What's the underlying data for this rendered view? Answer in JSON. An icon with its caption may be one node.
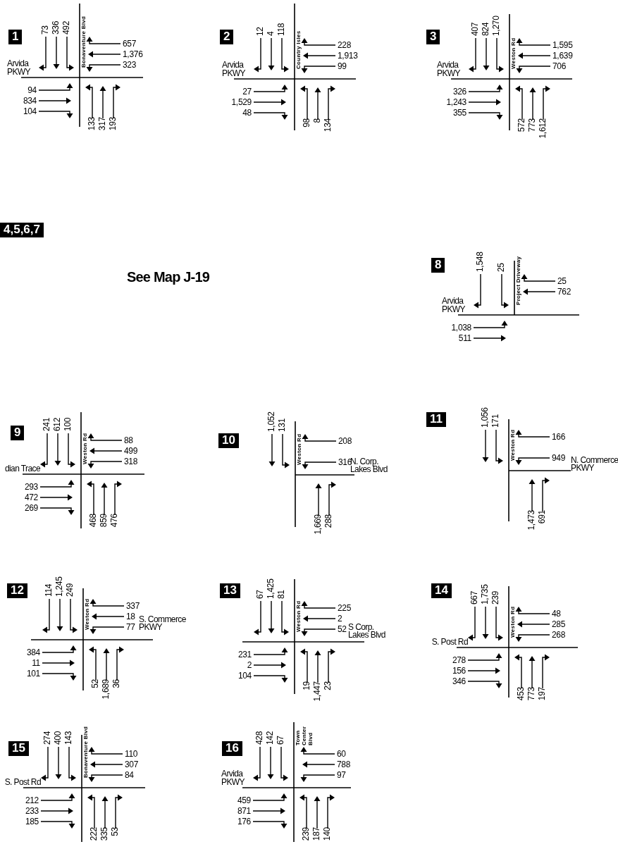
{
  "diagram": {
    "nodes": [
      {
        "text": [
          "1"
        ]
      },
      {
        "text": [
          "2"
        ]
      },
      {
        "text": [
          "3"
        ]
      },
      {
        "text": [
          "4,5,6,7"
        ]
      },
      {
        "text": [
          "8"
        ]
      },
      {
        "text": [
          "9"
        ]
      },
      {
        "text": [
          "10"
        ]
      },
      {
        "text": [
          "11"
        ]
      },
      {
        "text": [
          "12"
        ]
      },
      {
        "text": [
          "13"
        ]
      },
      {
        "text": [
          "14"
        ]
      },
      {
        "text": [
          "15"
        ]
      },
      {
        "text": [
          "16"
        ]
      }
    ],
    "edges": [],
    "labels": [
      "Bonaventure Blvd",
      "Arvida PKWY",
      "73",
      "336",
      "492",
      "657",
      "1,376",
      "323",
      "94",
      "834",
      "104",
      "133",
      "317",
      "193",
      "Country Isles",
      "Arvida PKWY",
      "12",
      "4",
      "118",
      "228",
      "1,913",
      "99",
      "27",
      "1,529",
      "48",
      "98",
      "8",
      "134",
      "Weston Rd",
      "Arvida PKWY",
      "407",
      "824",
      "1,270",
      "1,595",
      "1,639",
      "706",
      "326",
      "1,243",
      "355",
      "572",
      "773",
      "1,612",
      "See Map J-19",
      "Project Driveway",
      "Arvida PKWY",
      "1,548",
      "25",
      "25",
      "762",
      "1,038",
      "511",
      "Weston Rd",
      "dian Trace",
      "241",
      "612",
      "100",
      "88",
      "499",
      "318",
      "293",
      "472",
      "269",
      "468",
      "859",
      "476",
      "Weston Rd",
      "N. Corp. Lakes Blvd",
      "1,052",
      "131",
      "208",
      "316",
      "1,669",
      "288",
      "Weston Rd",
      "N. Commerce PKWY",
      "1,056",
      "171",
      "166",
      "949",
      "1,473",
      "691",
      "Weston Rd",
      "S. Commerce PKWY",
      "114",
      "1,245",
      "249",
      "337",
      "18",
      "77",
      "384",
      "11",
      "101",
      "52",
      "1,689",
      "36",
      "Weston Rd",
      "S Corp. Lakes Blvd",
      "67",
      "1,425",
      "81",
      "225",
      "2",
      "52",
      "231",
      "2",
      "104",
      "19",
      "1,447",
      "23",
      "Weston Rd",
      "S. Post Rd",
      "667",
      "1,735",
      "239",
      "48",
      "285",
      "268",
      "278",
      "156",
      "346",
      "453",
      "773",
      "197",
      "Bonaventure Blvd",
      "S. Post Rd",
      "274",
      "400",
      "143",
      "110",
      "307",
      "84",
      "212",
      "233",
      "185",
      "222",
      "335",
      "53",
      "Town Center Blvd",
      "Arvida PKWY",
      "428",
      "142",
      "67",
      "60",
      "788",
      "97",
      "459",
      "871",
      "176",
      "239",
      "187",
      "140"
    ]
  }
}
